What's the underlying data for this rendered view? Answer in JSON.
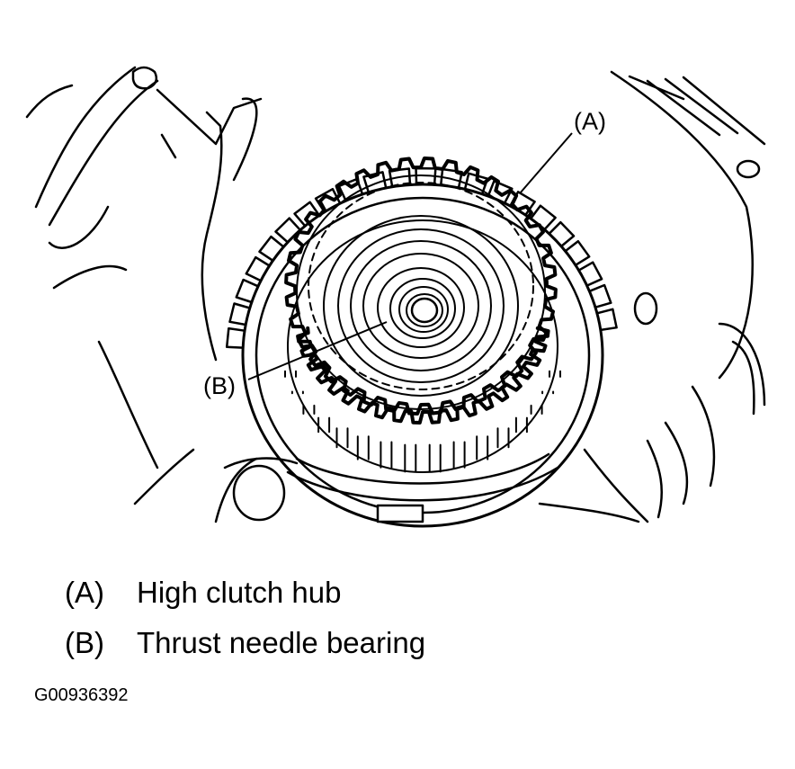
{
  "callouts": {
    "a": "(A)",
    "b": "(B)"
  },
  "legend": [
    {
      "key": "(A)",
      "text": "High clutch hub"
    },
    {
      "key": "(B)",
      "text": "Thrust needle bearing"
    }
  ],
  "figure_code": "G00936392",
  "colors": {
    "line": "#000000",
    "background": "#ffffff"
  }
}
